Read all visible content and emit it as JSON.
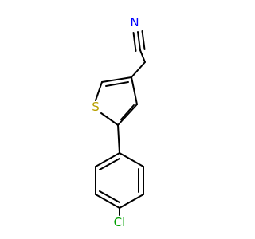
{
  "molecule": {
    "atoms": [
      {
        "label": "N",
        "color": "#0000ff"
      },
      {
        "label": "S",
        "color": "#b8a000"
      },
      {
        "label": "Cl",
        "color": "#00a000"
      }
    ],
    "bond_color": "#000000"
  }
}
